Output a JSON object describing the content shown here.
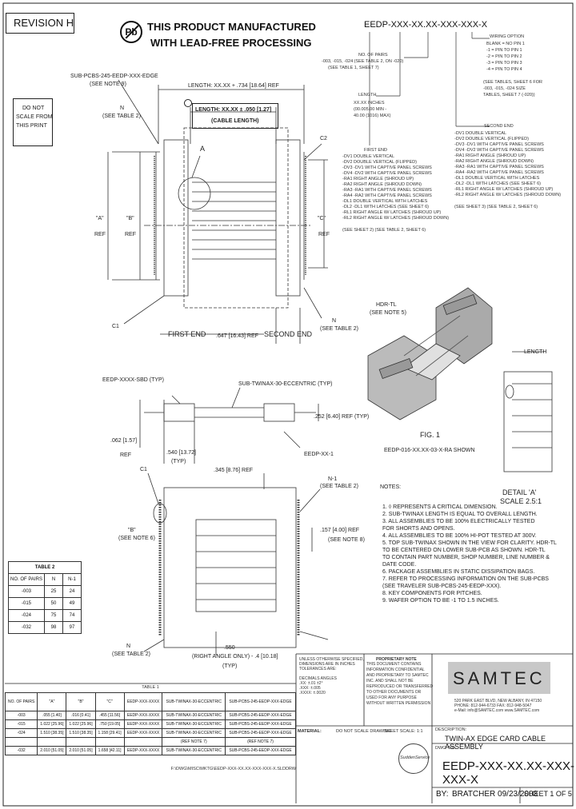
{
  "header": {
    "revision": "REVISION H",
    "lead_free_line1": "THIS PRODUCT MANUFACTURED",
    "lead_free_line2": "WITH LEAD-FREE PROCESSING",
    "part_number": "EEDP-XXX-XX.XX-XXX-XXX-X",
    "pb_symbol": "Pb"
  },
  "do_not_scale": [
    "DO NOT",
    "SCALE FROM",
    "THIS PRINT"
  ],
  "labels": {
    "sub_pcb": "SUB-PCBS-245-EEDP-XXX-EDGE",
    "sub_pcb_note": "(SEE NOTE 9)",
    "length_ref": "LENGTH: XX.XX + .734 [18.64] REF",
    "cable_length_value": "LENGTH: XX.XX ± .050 [1.27]",
    "cable_length_label": "(CABLE LENGTH)",
    "n_see_table2": "N",
    "see_table2": "(SEE TABLE 2)",
    "a_ref": "\"A\"",
    "b_ref": "\"B\"",
    "c_ref": "\"C\"",
    "ref": "REF",
    "detail_a_callout": "A",
    "c2": "C2",
    "c1": "C1",
    "first_end": "FIRST END",
    "second_end": "SECOND END",
    "dim_647": ".647 [16.43] REF",
    "eedp_sbd": "EEDP-XXXX-SBD (TYP)",
    "sub_twinax": "SUB-TWINAX-30-ECCENTRIC (TYP)",
    "dim_252": ".252 [6.40] REF (TYP)",
    "dim_062": ".062 [1.57]",
    "dim_540": ".540 [13.72]",
    "typ": "(TYP)",
    "eedp_xxx1": "EEDP-XX-1",
    "dim_345": ".345 [8.76] REF",
    "n1": "N-1",
    "dim_157": ".157 [4.00] REF",
    "see_note8": "(SEE NOTE 8)",
    "b_note6": "(SEE NOTE 6)",
    "dim_550": ".550",
    "right_angle_dim": "(RIGHT ANGLE ONLY) - .4 [10.18]",
    "eedp_pairs": "EEDP-016-XX.XX-03-X-RA SHOWN",
    "fig1": "FIG. 1",
    "hdr_label": "HDR-TL",
    "hdr_note": "(SEE NOTE 5)",
    "length_label": "LENGTH",
    "detail_a": "DETAIL 'A'",
    "scale": "SCALE 2.5:1"
  },
  "options": {
    "wiring_title": "WIRING OPTION",
    "wiring": [
      "BLANK = NO PIN 1",
      "-1 = PIN TO PIN 1",
      "-2 = PIN TO PIN 2",
      "-3 = PIN TO PIN 3",
      "-4 = PIN TO PIN 4",
      "(SEE TABLES, SHEET 6 FOR",
      "-003, -015, -024 SIZE",
      "TABLES, SHEET 7 (-020))"
    ],
    "pairs_title": "NO. OF PAIRS",
    "pairs": [
      "-003, -015, -024 (SEE TABLE 2, ON -020)",
      "(SEE TABLE 1, SHEET 7)"
    ],
    "length_title": "LENGTH",
    "length": [
      "XX.XX INCHES",
      "(00.005.00 MIN -",
      "40.00 (1016) MAX)"
    ],
    "second_end_title": "SECOND END",
    "second_end": [
      "-DV1 DOUBLE VERTICAL",
      "-DV2 DOUBLE VERTICAL (FLIPPED)",
      "-DV3 -DV1 WITH CAPTIVE PANEL SCREWS",
      "-DV4 -DV2 WITH CAPTIVE PANEL SCREWS",
      "-RA1 RIGHT ANGLE (SHROUD UP)",
      "-RA2 RIGHT ANGLE (SHROUD DOWN)",
      "-RA3 -RA1 WITH CAPTIVE PANEL SCREWS",
      "-RA4 -RA2 WITH CAPTIVE PANEL SCREWS",
      "-DL1 DOUBLE VERTICAL WITH LATCHES",
      "-DL2 -DL1 WITH LATCHES (SEE SHEET 6)",
      "-RL1 RIGHT ANGLE W/ LATCHES (SHROUD UP)",
      "-RL2 RIGHT ANGLE W/ LATCHES (SHROUD DOWN)",
      "(SEE SHEET 3) (SEE TABLE 2, SHEET 6)"
    ],
    "first_end_title": "FIRST END",
    "first_end": [
      "-DV1 DOUBLE VERTICAL",
      "-DV2 DOUBLE VERTICAL (FLIPPED)",
      "-DV3 -DV1 WITH CAPTIVE PANEL SCREWS",
      "-DV4 -DV2 WITH CAPTIVE PANEL SCREWS",
      "-RA1 RIGHT ANGLE (SHROUD UP)",
      "-RA2 RIGHT ANGLE (SHROUD DOWN)",
      "-RA3 -RA1 WITH CAPTIVE PANEL SCREWS",
      "-RA4 -RA2 WITH CAPTIVE PANEL SCREWS",
      "-DL1 DOUBLE VERTICAL WITH LATCHES",
      "-DL2 -DL1 WITH LATCHES (SEE SHEET 6)",
      "-RL1 RIGHT ANGLE W/ LATCHES (SHROUD UP)",
      "-RL2 RIGHT ANGLE W/ LATCHES (SHROUD DOWN)",
      "(SEE SHEET 2) (SEE TABLE 2, SHEET 6)"
    ]
  },
  "notes": {
    "title": "NOTES:",
    "items": [
      "1. ◊ REPRESENTS A CRITICAL DIMENSION.",
      "2. SUB-TWINAX LENGTH IS EQUAL TO OVERALL LENGTH.",
      "3. ALL ASSEMBLIES TO BE 100% ELECTRICALLY TESTED",
      "   FOR SHORTS AND OPENS.",
      "4. ALL ASSEMBLIES TO BE 100% HI-POT TESTED AT 300V.",
      "5. TOP SUB-TWINAX SHOWN IN THE VIEW FOR CLARITY. HDR-TL",
      "   TO BE CENTERED ON LOWER SUB-PCB AS SHOWN. HDR-TL",
      "   TO CONTAIN PART NUMBER, SHOP NUMBER, LINE NUMBER &",
      "   DATE CODE.",
      "6. PACKAGE ASSEMBLIES IN STATIC DISSIPATION BAGS.",
      "7. REFER TO PROCESSING INFORMATION ON THE SUB-PCBS",
      "   (SEE TRAVELER SUB-PCBS-245-EEDP-XXX).",
      "8. KEY COMPONENTS FOR PITCHES.",
      "9. WAFER OPTION TO BE -1 TO 1.5 INCHES."
    ]
  },
  "table2": {
    "title": "TABLE 2",
    "headers": [
      "NO. OF PAIRS",
      "N",
      "N-1"
    ],
    "rows": [
      [
        "-003",
        "25",
        "24"
      ],
      [
        "-015",
        "50",
        "49"
      ],
      [
        "-024",
        "75",
        "74"
      ],
      [
        "-032",
        "98",
        "97"
      ]
    ]
  },
  "table1": {
    "title": "TABLE 1",
    "headers": [
      "NO. OF PAIRS",
      "\"A\"",
      "\"B\"",
      "\"C\"",
      "EEDP-XXX-XXXX",
      "SUB-TWINAX-30-ECCENTRIC",
      "SUB-PCBS-245-EEDP-XXX-EDGE"
    ],
    "ref_row": [
      "",
      "",
      "",
      "",
      "",
      "(REF NOTE 7)",
      "(REF NOTE 7)"
    ],
    "rows": [
      [
        "-003",
        ".055 [1.40]",
        ".016 [0.41]",
        ".455 [11.56]",
        "EEDP-XXX-XXXX",
        "SUB-TWINAX-30-ECCENTRIC",
        "SUB-PCBS-245-EEDP-XXX-EDGE"
      ],
      [
        "-015",
        "1.022 [25.96]",
        "1.022 [25.96]",
        ".750 [19.05]",
        "EEDP-XXX-XXXX",
        "SUB-TWINAX-30-ECCENTRIC",
        "SUB-PCBS-245-EEDP-XXX-EDGE"
      ],
      [
        "-024",
        "1.510 [38.35]",
        "1.510 [38.35]",
        "1.158 [29.41]",
        "EEDP-XXX-XXXX",
        "SUB-TWINAX-30-ECCENTRIC",
        "SUB-PCBS-245-EEDP-XXX-EDGE"
      ],
      [
        "-032",
        "2.010 [51.05]",
        "2.010 [51.05]",
        "1.658 [42.11]",
        "EEDP-XXX-XXXX",
        "SUB-TWINAX-30-ECCENTRIC",
        "SUB-PCBS-245-EEDP-XXX-EDGE"
      ]
    ],
    "footer": "F:\\DWG\\MISC\\MKTG\\EEDP-XXX-XX.XX-XXX-XXX-X.SLDDRW"
  },
  "title_block": {
    "tolerances": [
      "UNLESS OTHERWISE SPECIFIED,",
      "DIMENSIONS ARE IN INCHES",
      "TOLERANCES ARE:",
      "DECIMALS  ANGLES",
      ".XX: ±.01   ±2°",
      ".XXX: ±.005",
      ".XXXX: ±.0020"
    ],
    "proprietary_title": "PROPRIETARY NOTE",
    "proprietary": [
      "THIS DOCUMENT CONTAINS",
      "INFORMATION CONFIDENTIAL",
      "AND PROPRIETARY TO SAMTEC",
      "INC. AND SHALL NOT BE",
      "REPRODUCED OR TRANSFERRED",
      "TO OTHER DOCUMENTS OR",
      "USED FOR ANY PURPOSE",
      "WITHOUT WRITTEN PERMISSION"
    ],
    "samtec": "SAMTEC",
    "address": [
      "520 PARK EAST BLVD, NEW ALBANY, IN 47150",
      "PHONE: 812-944-6733  FAX: 812-948-5047",
      "e-Mail: info@SAMTEC.com  www.SAMTEC.com"
    ],
    "material_label": "MATERIAL:",
    "material_value": "DO NOT SCALE DRAWING",
    "sheet_scale": "SHEET SCALE: 1:1",
    "description_label": "DESCRIPTION:",
    "description": "TWIN-AX EDGE CARD CABLE ASSEMBLY",
    "dwg_label": "DWG. NO.",
    "dwg_no": "EEDP-XXX-XX.XX-XXX-XXX-X",
    "by_label": "BY:",
    "by": "BRATCHER  09/23/2003",
    "sheet": "SHEET 1 OF 5",
    "logo": "SuddenService"
  }
}
